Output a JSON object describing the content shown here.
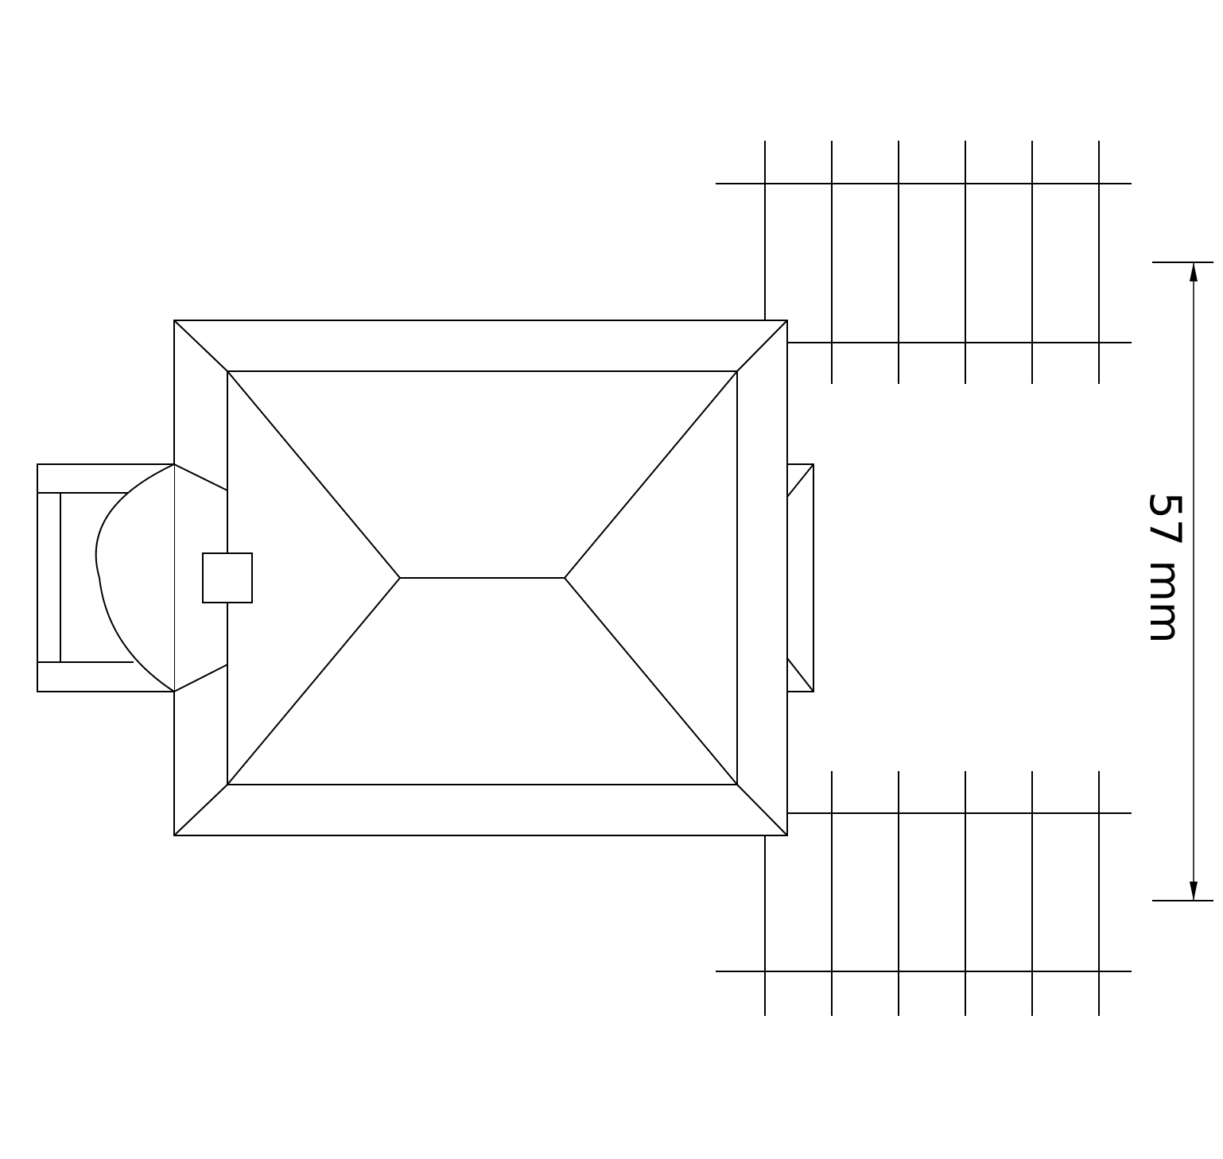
{
  "diagram": {
    "type": "technical drawing - plan view of hip roof building with adjoining grids",
    "dimension": {
      "label": "57 mm",
      "value": 57,
      "unit": "mm"
    },
    "colors": {
      "stroke": "#000000",
      "background": "#ffffff"
    }
  }
}
